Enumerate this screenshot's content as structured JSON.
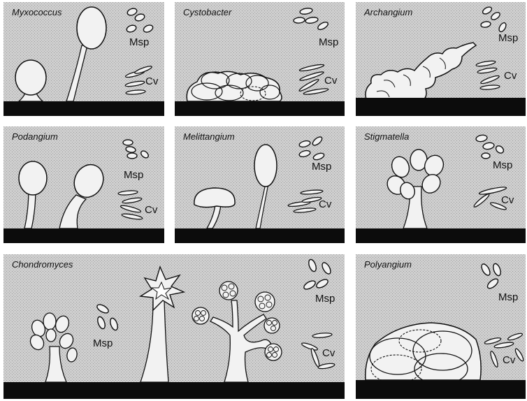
{
  "figure": {
    "background": "#ffffff",
    "panel_fill": "#d2d2d2",
    "ground_color": "#0c0c0c",
    "structure_fill": "#f2f2f2",
    "panels": [
      {
        "genus": "Myxococcus",
        "spore_label": "Msp",
        "cell_label": "Cv"
      },
      {
        "genus": "Cystobacter",
        "spore_label": "Msp",
        "cell_label": "Cv"
      },
      {
        "genus": "Archangium",
        "spore_label": "Msp",
        "cell_label": "Cv"
      },
      {
        "genus": "Podangium",
        "spore_label": "Msp",
        "cell_label": "Cv"
      },
      {
        "genus": "Melittangium",
        "spore_label": "Msp",
        "cell_label": "Cv"
      },
      {
        "genus": "Stigmatella",
        "spore_label": "Msp",
        "cell_label": "Cv"
      },
      {
        "genus": "Chondromyces",
        "spore_label": "Msp",
        "spore_label_2": "Msp",
        "cell_label": "Cv"
      },
      {
        "genus": "Polyangium",
        "spore_label": "Msp",
        "cell_label": "Cv"
      }
    ]
  }
}
